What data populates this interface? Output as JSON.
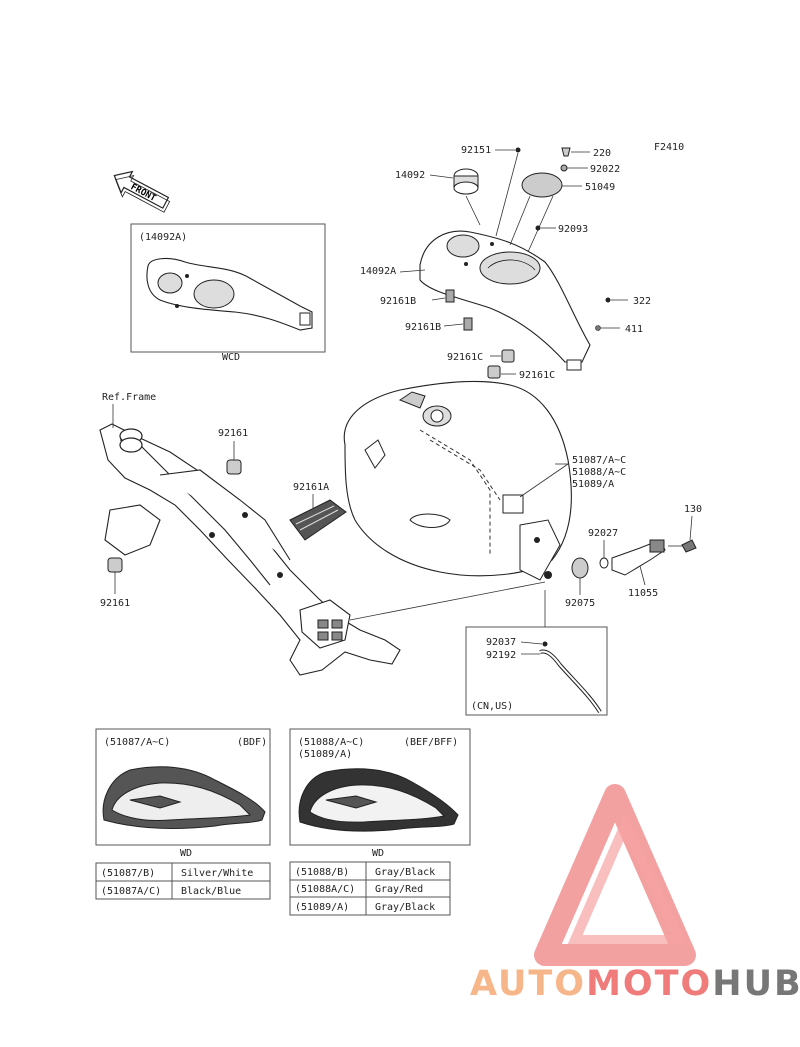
{
  "figure_code": "F2410",
  "front_label": "FRONT",
  "ref_frame": "Ref.Frame",
  "callouts": {
    "c92151": "92151",
    "c220": "220",
    "c92022": "92022",
    "c51049": "51049",
    "c14092": "14092",
    "c92093": "92093",
    "c14092A": "14092A",
    "c322": "322",
    "c411": "411",
    "c92161B_1": "92161B",
    "c92161B_2": "92161B",
    "c92161C_1": "92161C",
    "c92161C_2": "92161C",
    "c92161": "92161",
    "c92161_2": "92161",
    "c92161A": "92161A",
    "c51087": "51087/A~C",
    "c51088": "51088/A~C",
    "c51089": "51089/A",
    "c92027": "92027",
    "c130": "130",
    "c92075": "92075",
    "c11055": "11055",
    "c92037": "92037",
    "c92192": "92192"
  },
  "inset_cover": {
    "title": "(14092A)",
    "caption": "WCD"
  },
  "inset_vent": {
    "title": "(CN,US)"
  },
  "variant_bdf": {
    "part": "(51087/A~C)",
    "code": "(BDF)",
    "caption": "WD"
  },
  "variant_bef": {
    "part1": "(51088/A~C)",
    "part2": "(51089/A)",
    "code": "(BEF/BFF)",
    "caption": "WD"
  },
  "color_table_left": [
    {
      "part": "(51087/B)",
      "color": "Silver/White"
    },
    {
      "part": "(51087A/C)",
      "color": "Black/Blue"
    }
  ],
  "color_table_right": [
    {
      "part": "(51088/B)",
      "color": "Gray/Black"
    },
    {
      "part": "(51088A/C)",
      "color": "Gray/Red"
    },
    {
      "part": "(51089/A)",
      "color": "Gray/Black"
    }
  ],
  "watermark": {
    "part1": "AUTO",
    "part2": "MOTO",
    "part3": "HUB",
    "color1": "#f7b58a",
    "color2": "#ef7b7b",
    "color3": "#777777"
  }
}
